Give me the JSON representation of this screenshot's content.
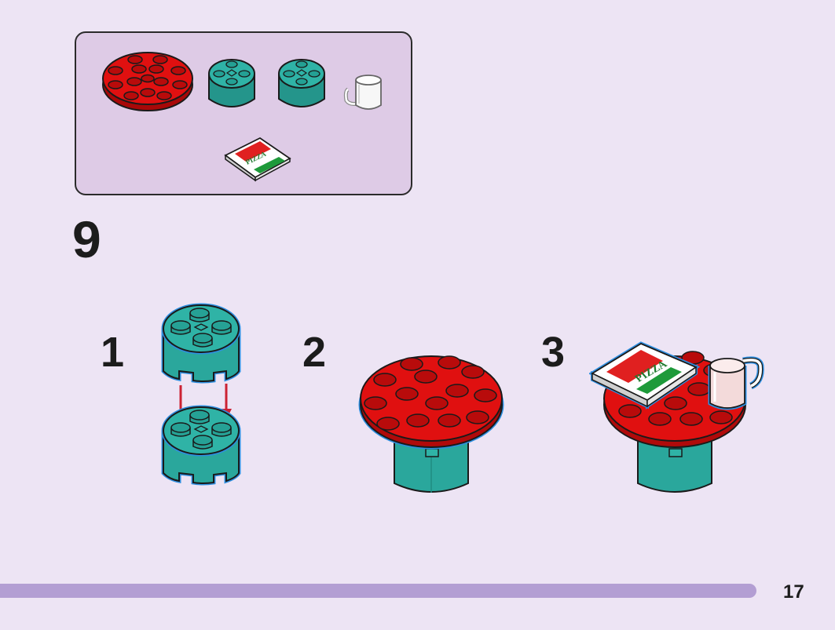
{
  "step": {
    "number": "9"
  },
  "substeps": [
    {
      "number": "1"
    },
    {
      "number": "2"
    },
    {
      "number": "3"
    }
  ],
  "parts_list": {
    "items": [
      {
        "name": "red-round-plate-icon",
        "color": "#d60c0c"
      },
      {
        "name": "teal-round-brick-icon",
        "color": "#2aa79c"
      },
      {
        "name": "teal-round-brick-icon",
        "color": "#2aa79c"
      },
      {
        "name": "transparent-cup-icon",
        "color": "#f2f2f2"
      },
      {
        "name": "pizza-box-tile-icon",
        "label": "PIZZA",
        "colors": [
          "#e02020",
          "#ffffff",
          "#1e9a3a"
        ]
      }
    ]
  },
  "page_number": "17",
  "colors": {
    "background": "#ede4f4",
    "parts_box": "#decbe6",
    "progress_bar": "#b39ed3",
    "arrow": "#cc2233",
    "highlight": "#2e8fe0"
  }
}
